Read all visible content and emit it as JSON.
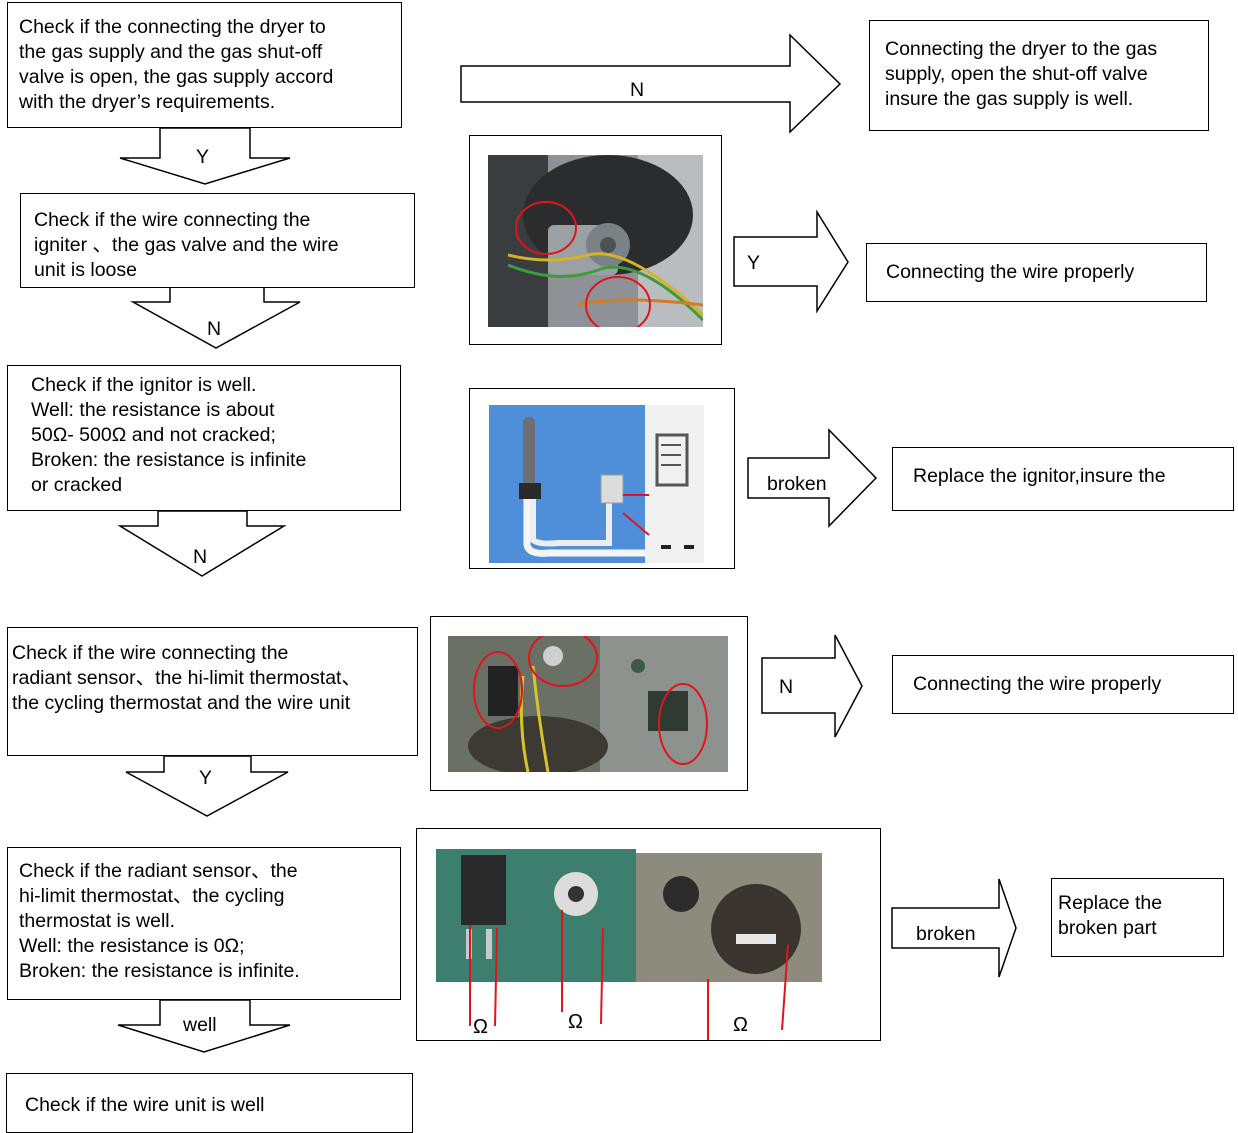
{
  "steps": [
    {
      "check": "Check if the connecting the dryer to\nthe gas supply and the gas shut-off\nvalve is open, the gas supply accord\nwith the dryer’s requirements.",
      "branch_label": "N",
      "action": "Connecting the dryer to the gas\nsupply, open the shut-off valve\ninsure the gas supply is well.",
      "down_label": "Y"
    },
    {
      "check": "Check if the wire connecting the\n igniter 、the gas valve and the wire\nunit is loose",
      "branch_label": "Y",
      "action": "Connecting the wire properly",
      "down_label": "N"
    },
    {
      "check": "Check if the ignitor is well.\nWell: the resistance is about\n50Ω- 500Ω and not cracked;\nBroken: the resistance is infinite\nor cracked",
      "branch_label": "broken",
      "action": "Replace  the  ignitor,insure  the",
      "down_label": "N"
    },
    {
      "check": "Check if the wire connecting the\nradiant sensor、the hi-limit thermostat、\nthe cycling thermostat and the wire unit",
      "branch_label": "N",
      "action": "Connecting the wire properly",
      "down_label": "Y"
    },
    {
      "check": "Check if the radiant sensor、the\nhi-limit thermostat、the cycling\nthermostat is well.\nWell: the resistance is 0Ω;\nBroken: the resistance is infinite.",
      "branch_label": "broken",
      "action": "Replace the\nbroken part",
      "down_label": "well"
    }
  ],
  "final_check": "Check if the wire unit is well",
  "ohm_symbols": [
    "Ω",
    "Ω",
    "Ω"
  ],
  "colors": {
    "line": "#000000",
    "highlight": "#e0141b",
    "photo_gray": "#8a8f94"
  }
}
